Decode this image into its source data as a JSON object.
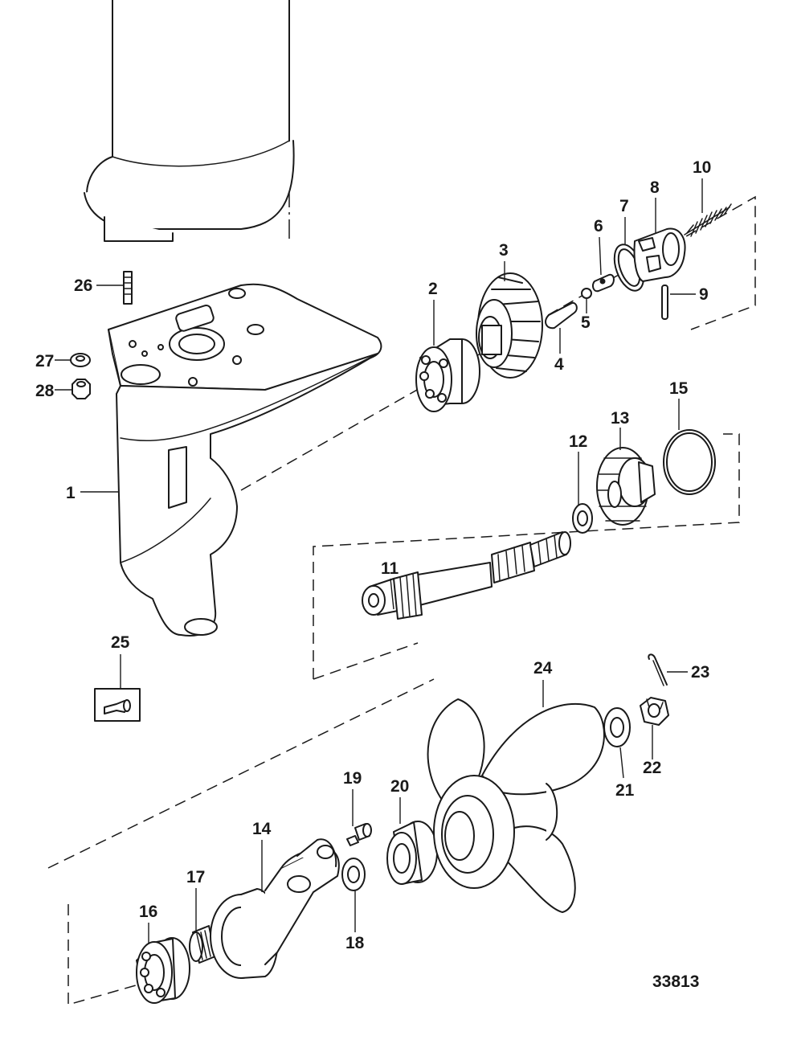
{
  "diagram": {
    "figure_id": "33813",
    "callouts": [
      "1",
      "2",
      "3",
      "4",
      "5",
      "6",
      "7",
      "8",
      "9",
      "10",
      "11",
      "12",
      "13",
      "14",
      "15",
      "16",
      "17",
      "18",
      "19",
      "20",
      "21",
      "22",
      "23",
      "24",
      "25",
      "26",
      "27",
      "28"
    ]
  }
}
